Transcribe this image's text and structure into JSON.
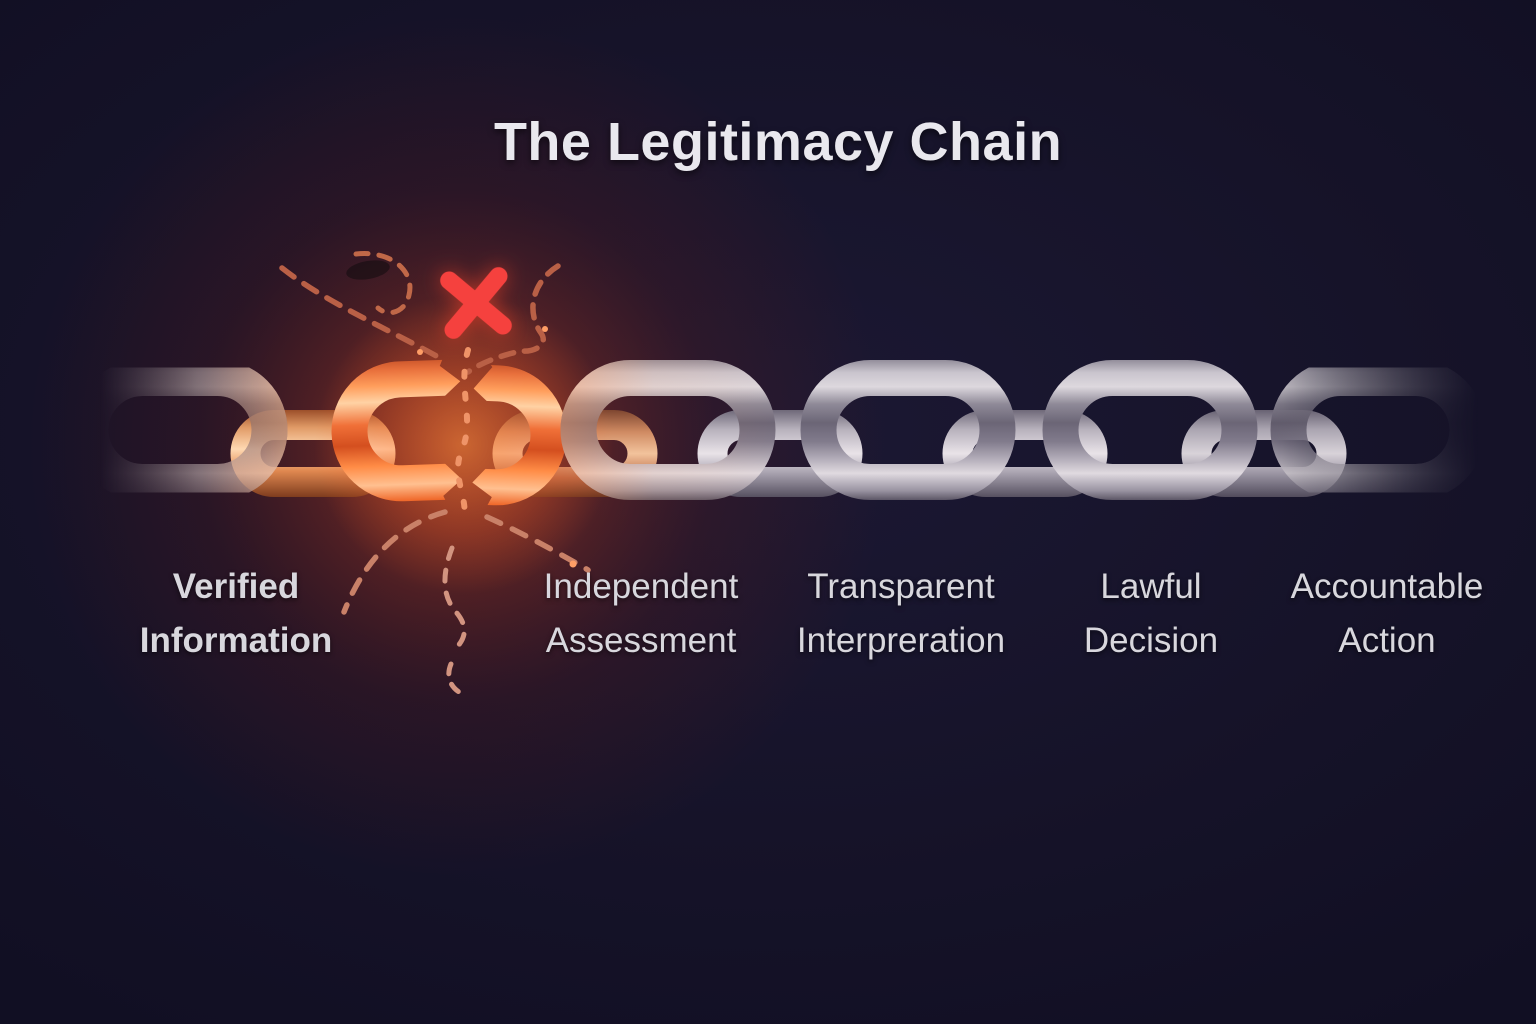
{
  "title": "The Legitimacy Chain",
  "chain": {
    "stages": [
      {
        "line1": "Verified",
        "line2": "Information",
        "emphasis": "bold",
        "link_state": "intact"
      },
      {
        "line1": "Independent",
        "line2": "Assessment",
        "emphasis": "normal",
        "link_state": "intact"
      },
      {
        "line1": "Transparent",
        "line2": "Interpreration",
        "emphasis": "normal",
        "link_state": "intact"
      },
      {
        "line1": "Lawful",
        "line2": "Decision",
        "emphasis": "normal",
        "link_state": "intact"
      },
      {
        "line1": "Accountable",
        "line2": "Action",
        "emphasis": "normal",
        "link_state": "intact"
      }
    ],
    "broken_link": {
      "between_stages": [
        "Verified Information",
        "Independent Assessment"
      ],
      "marker": "x-mark",
      "marker_color": "#f5413e"
    }
  },
  "colors": {
    "background": "#16142a",
    "title_text": "#e9e8ee",
    "label_text": "#d8d7dd",
    "x_mark": "#f5413e",
    "broken_link_glow": "#ff5a1c",
    "broken_link_metal": "#ff8c46",
    "chain_silver_light": "#e0dae0",
    "chain_silver_dark": "#504a5a",
    "copper_connector": "#ffd9b2",
    "debris_dash": "#c07a5c"
  }
}
